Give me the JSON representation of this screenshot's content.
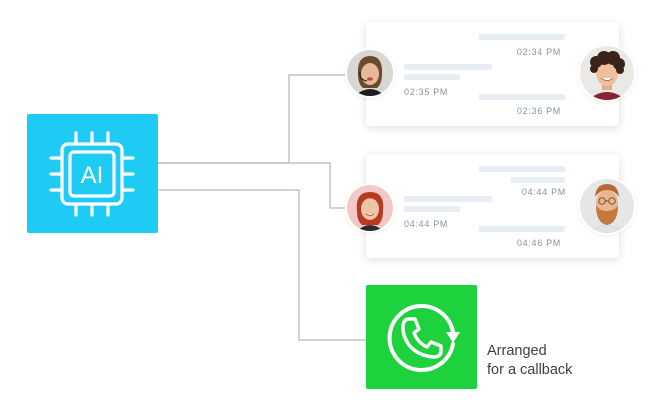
{
  "ai_block": {
    "label": "AI",
    "color": "#1ecbf4",
    "icon": "ai-chip-icon"
  },
  "chats": [
    {
      "messages": [
        {
          "sender": "customer",
          "time": "02:34 PM"
        },
        {
          "sender": "agent",
          "time": "02:35 PM"
        },
        {
          "sender": "customer",
          "time": "02:36 PM"
        }
      ]
    },
    {
      "messages": [
        {
          "sender": "customer",
          "time": "04:44 PM"
        },
        {
          "sender": "agent",
          "time": "04:44 PM"
        },
        {
          "sender": "customer",
          "time": "04:46 PM"
        }
      ]
    }
  ],
  "callback": {
    "line1": "Arranged",
    "line2": "for a callback",
    "color": "#1ed23e",
    "icon": "phone-callback-icon"
  },
  "connector_color": "#c9c2c2"
}
